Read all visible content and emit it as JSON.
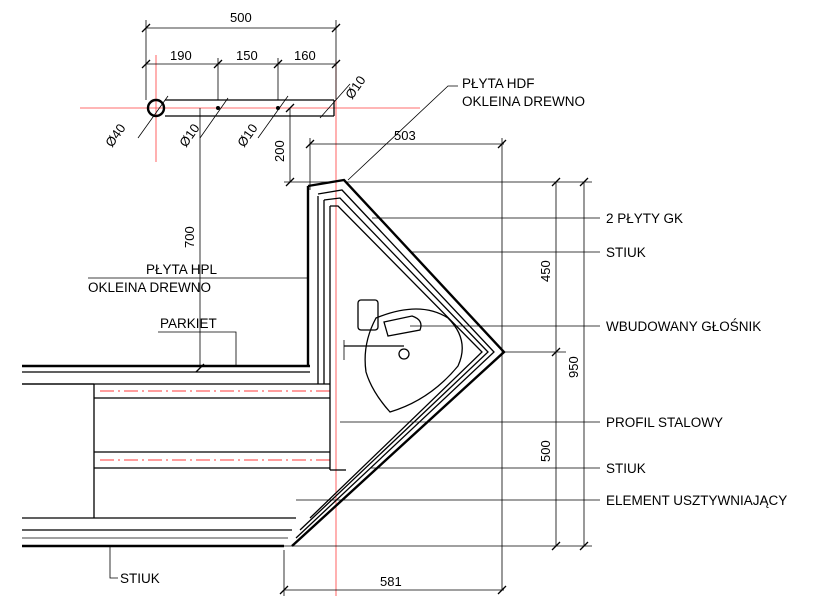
{
  "colors": {
    "line": "#000000",
    "axis": "#ff3b3b",
    "background": "#ffffff"
  },
  "dimensions": {
    "top_total": "500",
    "seg_1": "190",
    "seg_2": "150",
    "seg_3": "160",
    "dia_40": "Ø40",
    "dia_10_a": "Ø10",
    "dia_10_b": "Ø10",
    "dia_10_c": "Ø10",
    "v_200": "200",
    "v_700": "700",
    "h_503": "503",
    "v_450": "450",
    "v_950": "950",
    "v_500": "500",
    "h_581": "581"
  },
  "labels": {
    "hdf_line1": "PŁYTA HDF",
    "hdf_line2": "OKLEINA DREWNO",
    "hpl_line1": "PŁYTA HPL",
    "hpl_line2": "OKLEINA DREWNO",
    "parkiet": "PARKIET",
    "gk": "2 PŁYTY GK",
    "stiuk_1": "STIUK",
    "speaker": "WBUDOWANY GŁOŚNIK",
    "profil": "PROFIL STALOWY",
    "stiuk_2": "STIUK",
    "element": "ELEMENT USZTYWNIAJĄCY",
    "stiuk_bottom": "STIUK"
  }
}
